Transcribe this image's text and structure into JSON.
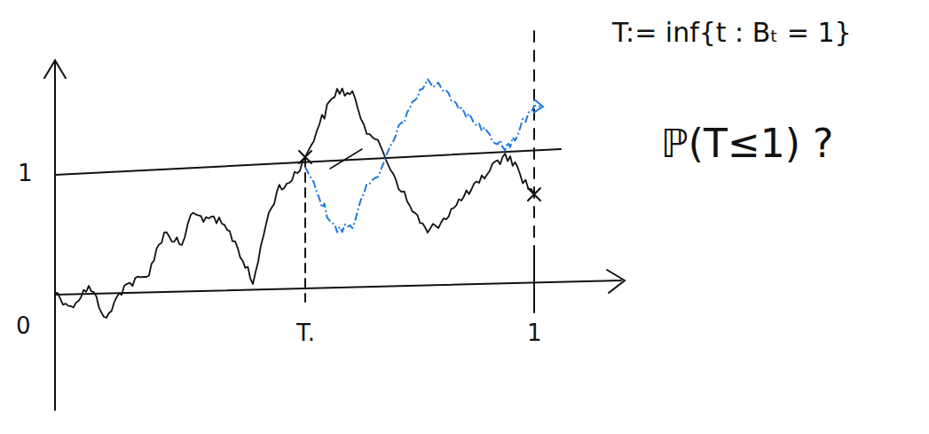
{
  "diagram": {
    "labels": [
      "T:= inf{t : Bₜ = 1}",
      "ℙ(T≤1) ?",
      "1",
      "0",
      "T.",
      "1"
    ]
  }
}
